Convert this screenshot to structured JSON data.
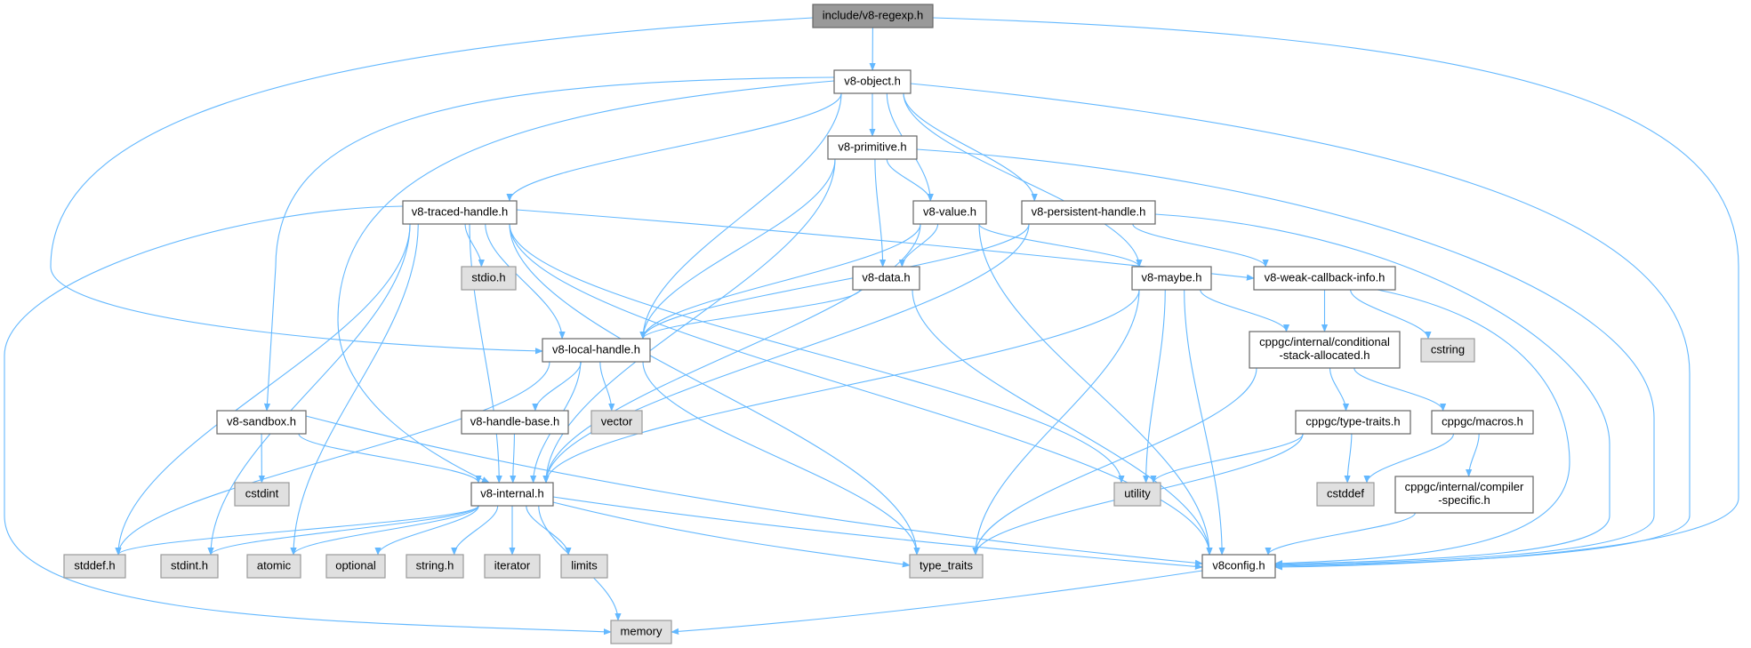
{
  "colors": {
    "edge": "#63b8ff",
    "root_fill": "#999999",
    "root_border": "#666666",
    "doc_fill": "#ffffff",
    "doc_border": "#666666",
    "ext_fill": "#e0e0e0",
    "ext_border": "#999999"
  },
  "nodes": [
    {
      "id": "regexp",
      "label": "include/v8-regexp.h",
      "kind": "root"
    },
    {
      "id": "object",
      "label": "v8-object.h",
      "kind": "doc"
    },
    {
      "id": "primitive",
      "label": "v8-primitive.h",
      "kind": "doc"
    },
    {
      "id": "traced",
      "label": "v8-traced-handle.h",
      "kind": "doc"
    },
    {
      "id": "stdio",
      "label": "stdio.h",
      "kind": "ext"
    },
    {
      "id": "value",
      "label": "v8-value.h",
      "kind": "doc"
    },
    {
      "id": "persistent",
      "label": "v8-persistent-handle.h",
      "kind": "doc"
    },
    {
      "id": "data",
      "label": "v8-data.h",
      "kind": "doc"
    },
    {
      "id": "maybe",
      "label": "v8-maybe.h",
      "kind": "doc"
    },
    {
      "id": "weak",
      "label": "v8-weak-callback-info.h",
      "kind": "doc"
    },
    {
      "id": "local",
      "label": "v8-local-handle.h",
      "kind": "doc"
    },
    {
      "id": "conditional",
      "label": "cppgc/internal/conditional\n-stack-allocated.h",
      "kind": "doc"
    },
    {
      "id": "cstring",
      "label": "cstring",
      "kind": "ext"
    },
    {
      "id": "sandbox",
      "label": "v8-sandbox.h",
      "kind": "doc"
    },
    {
      "id": "handlebase",
      "label": "v8-handle-base.h",
      "kind": "doc"
    },
    {
      "id": "vector",
      "label": "vector",
      "kind": "ext"
    },
    {
      "id": "typetraitsh",
      "label": "cppgc/type-traits.h",
      "kind": "doc"
    },
    {
      "id": "macros",
      "label": "cppgc/macros.h",
      "kind": "doc"
    },
    {
      "id": "cstdint",
      "label": "cstdint",
      "kind": "ext"
    },
    {
      "id": "internal",
      "label": "v8-internal.h",
      "kind": "doc"
    },
    {
      "id": "utility",
      "label": "utility",
      "kind": "ext"
    },
    {
      "id": "cstddef",
      "label": "cstddef",
      "kind": "ext"
    },
    {
      "id": "compiler",
      "label": "cppgc/internal/compiler\n-specific.h",
      "kind": "doc"
    },
    {
      "id": "stddef",
      "label": "stddef.h",
      "kind": "ext"
    },
    {
      "id": "stdint",
      "label": "stdint.h",
      "kind": "ext"
    },
    {
      "id": "atomic",
      "label": "atomic",
      "kind": "ext"
    },
    {
      "id": "optional",
      "label": "optional",
      "kind": "ext"
    },
    {
      "id": "stringh",
      "label": "string.h",
      "kind": "ext"
    },
    {
      "id": "iterator",
      "label": "iterator",
      "kind": "ext"
    },
    {
      "id": "limits",
      "label": "limits",
      "kind": "ext"
    },
    {
      "id": "type_traits",
      "label": "type_traits",
      "kind": "ext"
    },
    {
      "id": "v8config",
      "label": "v8config.h",
      "kind": "doc"
    },
    {
      "id": "memory",
      "label": "memory",
      "kind": "ext"
    }
  ],
  "edges": [
    [
      "regexp",
      "object"
    ],
    [
      "regexp",
      "local"
    ],
    [
      "regexp",
      "v8config"
    ],
    [
      "object",
      "primitive"
    ],
    [
      "object",
      "value"
    ],
    [
      "object",
      "traced"
    ],
    [
      "object",
      "persistent"
    ],
    [
      "object",
      "maybe"
    ],
    [
      "object",
      "local"
    ],
    [
      "object",
      "internal"
    ],
    [
      "object",
      "sandbox"
    ],
    [
      "object",
      "v8config"
    ],
    [
      "primitive",
      "value"
    ],
    [
      "primitive",
      "data"
    ],
    [
      "primitive",
      "local"
    ],
    [
      "primitive",
      "internal"
    ],
    [
      "primitive",
      "v8config"
    ],
    [
      "traced",
      "stdio"
    ],
    [
      "traced",
      "local"
    ],
    [
      "traced",
      "internal"
    ],
    [
      "traced",
      "weak"
    ],
    [
      "traced",
      "stddef"
    ],
    [
      "traced",
      "stdint"
    ],
    [
      "traced",
      "atomic"
    ],
    [
      "traced",
      "memory"
    ],
    [
      "traced",
      "type_traits"
    ],
    [
      "traced",
      "utility"
    ],
    [
      "traced",
      "v8config"
    ],
    [
      "value",
      "data"
    ],
    [
      "value",
      "local"
    ],
    [
      "value",
      "maybe"
    ],
    [
      "value",
      "internal"
    ],
    [
      "value",
      "v8config"
    ],
    [
      "persistent",
      "local"
    ],
    [
      "persistent",
      "internal"
    ],
    [
      "persistent",
      "weak"
    ],
    [
      "persistent",
      "v8config"
    ],
    [
      "data",
      "local"
    ],
    [
      "data",
      "v8config"
    ],
    [
      "maybe",
      "conditional"
    ],
    [
      "maybe",
      "internal"
    ],
    [
      "maybe",
      "utility"
    ],
    [
      "maybe",
      "type_traits"
    ],
    [
      "maybe",
      "v8config"
    ],
    [
      "weak",
      "conditional"
    ],
    [
      "weak",
      "cstring"
    ],
    [
      "weak",
      "v8config"
    ],
    [
      "local",
      "handlebase"
    ],
    [
      "local",
      "vector"
    ],
    [
      "local",
      "internal"
    ],
    [
      "local",
      "stddef"
    ],
    [
      "local",
      "type_traits"
    ],
    [
      "sandbox",
      "cstdint"
    ],
    [
      "sandbox",
      "internal"
    ],
    [
      "sandbox",
      "v8config"
    ],
    [
      "handlebase",
      "internal"
    ],
    [
      "internal",
      "stddef"
    ],
    [
      "internal",
      "stdint"
    ],
    [
      "internal",
      "atomic"
    ],
    [
      "internal",
      "optional"
    ],
    [
      "internal",
      "stringh"
    ],
    [
      "internal",
      "iterator"
    ],
    [
      "internal",
      "limits"
    ],
    [
      "internal",
      "memory"
    ],
    [
      "internal",
      "type_traits"
    ],
    [
      "internal",
      "v8config"
    ],
    [
      "conditional",
      "typetraitsh"
    ],
    [
      "conditional",
      "macros"
    ],
    [
      "conditional",
      "type_traits"
    ],
    [
      "typetraitsh",
      "utility"
    ],
    [
      "typetraitsh",
      "cstddef"
    ],
    [
      "typetraitsh",
      "type_traits"
    ],
    [
      "macros",
      "cstddef"
    ],
    [
      "macros",
      "compiler"
    ],
    [
      "compiler",
      "v8config"
    ],
    [
      "v8config",
      "memory"
    ]
  ]
}
